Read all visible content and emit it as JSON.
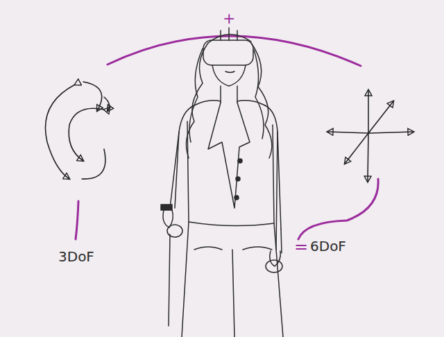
{
  "diagram": {
    "labels": [
      "+",
      "3DoF",
      "=",
      "6DoF"
    ]
  }
}
